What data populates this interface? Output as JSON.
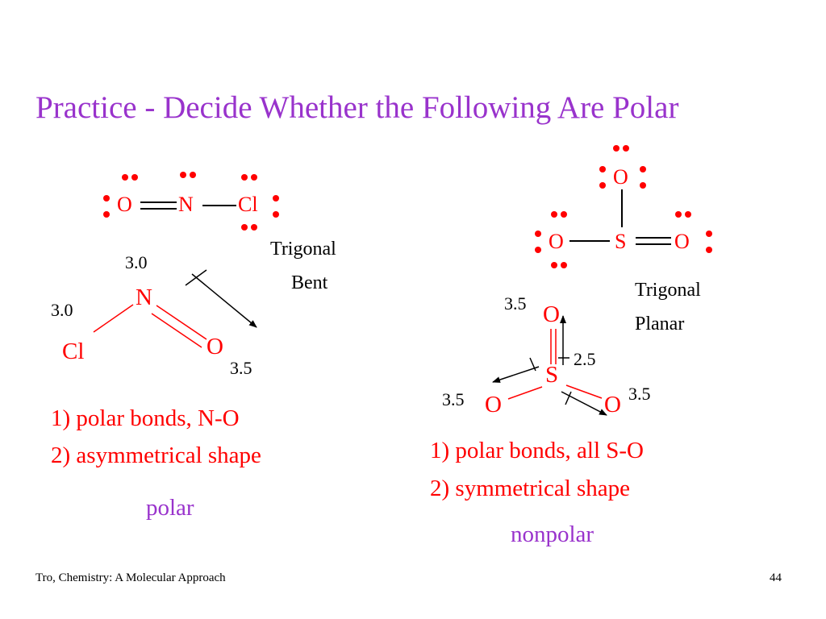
{
  "slide": {
    "title": "Practice - Decide Whether the Following Are Polar",
    "footer_left": "Tro, Chemistry: A Molecular Approach",
    "page_number": "44"
  },
  "colors": {
    "title": "#9933cc",
    "atoms": "#ff0000",
    "lone_pairs": "#ff0000",
    "text": "#000000",
    "verdict": "#9933cc"
  },
  "nocl": {
    "lewis_atoms": [
      "O",
      "N",
      "Cl"
    ],
    "shape_label": [
      "Trigonal",
      "Bent"
    ],
    "structure_atoms": {
      "center": "N",
      "left": "Cl",
      "right": "O"
    },
    "electronegativities": {
      "n": "3.0",
      "cl": "3.0",
      "o": "3.5"
    },
    "reasons": [
      "1) polar bonds, N-O",
      "2) asymmetrical shape"
    ],
    "verdict": "polar"
  },
  "so3": {
    "lewis_atoms": {
      "top": "O",
      "left": "O",
      "center": "S",
      "right": "O"
    },
    "shape_label": [
      "Trigonal",
      "Planar"
    ],
    "structure_atoms": {
      "top": "O",
      "center": "S",
      "left": "O",
      "right": "O"
    },
    "electronegativities": {
      "o_top": "3.5",
      "s": "2.5",
      "o_left": "3.5",
      "o_right": "3.5"
    },
    "reasons": [
      "1) polar bonds, all S-O",
      "2) symmetrical shape"
    ],
    "verdict": "nonpolar"
  }
}
